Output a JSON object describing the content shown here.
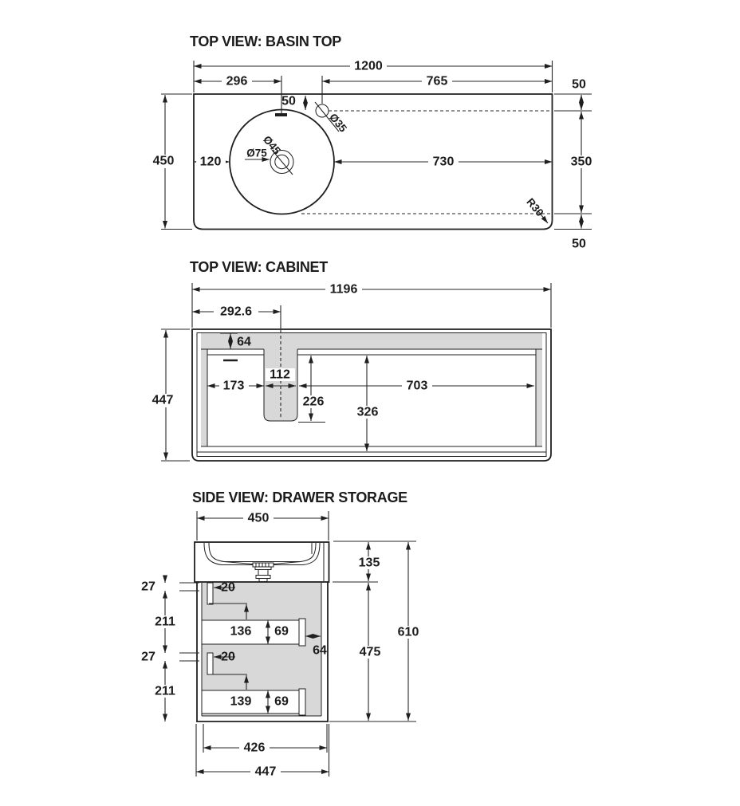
{
  "colors": {
    "background": "#ffffff",
    "line": "#1f1f1f",
    "panel_fill": "#d8d8d8"
  },
  "views": {
    "basin_top": {
      "title": "TOP VIEW: BASIN TOP",
      "dims": {
        "overall_width": "1200",
        "basin_centre_from_left": "296",
        "tap_hole_to_right_edge": "765",
        "tap_hole_setback": "50",
        "tap_hole_dia": "Ø35",
        "overall_depth": "450",
        "basin_to_left_edge": "120",
        "basin_to_right_edge": "730",
        "waste_dia_inner": "Ø45",
        "waste_dia_outer": "Ø75",
        "back_setback": "50",
        "basin_depth_span": "350",
        "front_setback": "50",
        "corner_radius": "R30"
      }
    },
    "cabinet_top": {
      "title": "TOP VIEW: CABINET",
      "dims": {
        "overall_width": "1196",
        "channel_centre_from_left": "292.6",
        "back_rail_depth": "64",
        "channel_width": "112",
        "left_recess_width": "173",
        "right_recess_width": "703",
        "channel_depth": "226",
        "recess_depth": "326",
        "overall_depth": "447"
      }
    },
    "side_drawer": {
      "title": "SIDE VIEW: DRAWER STORAGE",
      "dims": {
        "top_width": "450",
        "top_height": "135",
        "gap_top": "27",
        "front_thickness_top": "20",
        "front_height_top": "211",
        "runner_drop_top": "136",
        "box_height_top": "69",
        "back_clearance": "64",
        "gap_mid": "27",
        "front_thickness_bottom": "20",
        "front_height_bottom": "211",
        "runner_drop_bottom": "139",
        "box_height_bottom": "69",
        "cabinet_height": "475",
        "overall_height": "610",
        "internal_width": "426",
        "cabinet_width": "447"
      }
    }
  }
}
